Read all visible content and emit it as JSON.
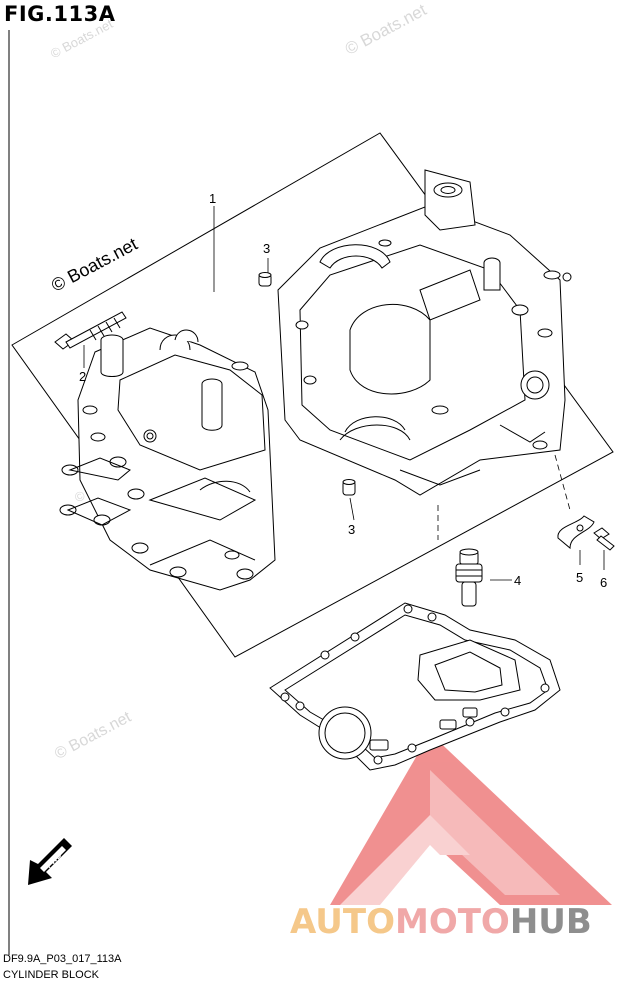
{
  "figure": {
    "title": "FIG.113A",
    "code": "DF9.9A_P03_017_113A",
    "name": "CYLINDER BLOCK"
  },
  "watermark": {
    "text": "© Boats.net"
  },
  "callouts": [
    {
      "id": "1",
      "label": "1"
    },
    {
      "id": "2",
      "label": "2"
    },
    {
      "id": "3a",
      "label": "3"
    },
    {
      "id": "3b",
      "label": "3"
    },
    {
      "id": "4",
      "label": "4"
    },
    {
      "id": "5",
      "label": "5"
    },
    {
      "id": "6",
      "label": "6"
    }
  ],
  "fwd_arrow": {
    "label": "FWD"
  },
  "logo": {
    "part1": "AUTO",
    "part2": "MOTO",
    "part3": "HUB",
    "colors": {
      "auto": "#f5c88a",
      "moto": "#f0a8a8",
      "hub": "#8e8e8e",
      "mark": "#e84a4a"
    }
  }
}
